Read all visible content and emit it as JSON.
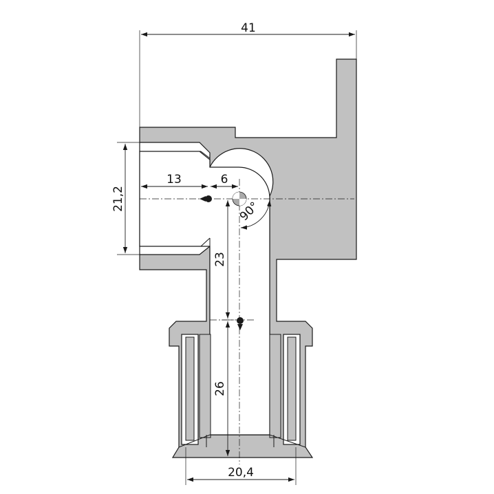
{
  "dimensions": {
    "overall_width": "41",
    "thread_diameter": "21,2",
    "inlet_depth": "13",
    "offset": "6",
    "angle": "90°",
    "vertical_upper": "23",
    "vertical_lower": "26",
    "outlet_diameter": "20,4"
  },
  "colors": {
    "body": "#c1c1c1",
    "line": "#1a1a1a",
    "background": "#ffffff"
  }
}
